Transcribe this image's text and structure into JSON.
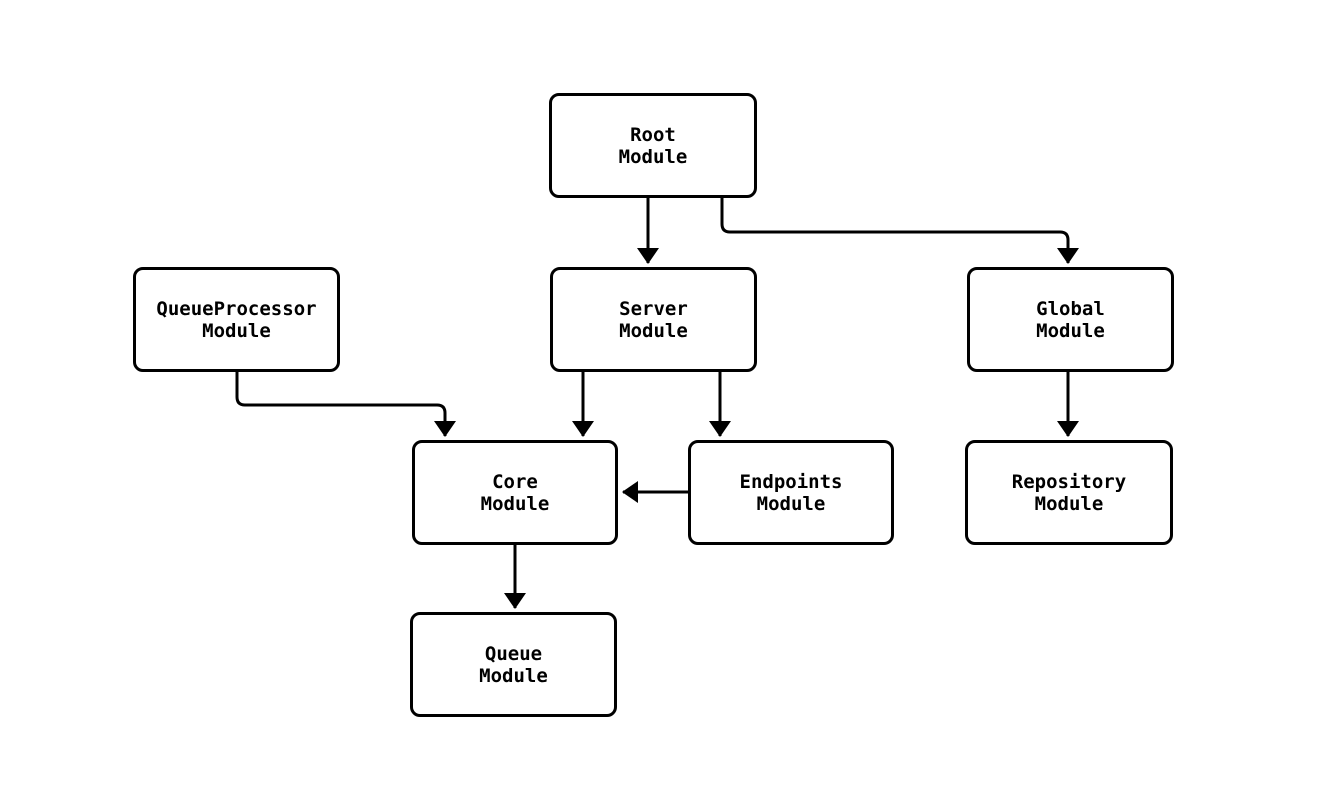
{
  "diagram": {
    "colors": {
      "background": "#ffffff",
      "node_fill": "#ffffff",
      "stroke": "#000000",
      "text": "#000000"
    },
    "nodes": [
      {
        "id": "root",
        "label": "Root\nModule"
      },
      {
        "id": "queueprocessor",
        "label": "QueueProcessor\nModule"
      },
      {
        "id": "server",
        "label": "Server\nModule"
      },
      {
        "id": "global",
        "label": "Global\nModule"
      },
      {
        "id": "core",
        "label": "Core\nModule"
      },
      {
        "id": "endpoints",
        "label": "Endpoints\nModule"
      },
      {
        "id": "repository",
        "label": "Repository\nModule"
      },
      {
        "id": "queue",
        "label": "Queue\nModule"
      }
    ],
    "edges": [
      {
        "from": "Root Module",
        "to": "Server Module"
      },
      {
        "from": "Root Module",
        "to": "Global Module"
      },
      {
        "from": "QueueProcessor Module",
        "to": "Core Module"
      },
      {
        "from": "Server Module",
        "to": "Core Module"
      },
      {
        "from": "Server Module",
        "to": "Endpoints Module"
      },
      {
        "from": "Endpoints Module",
        "to": "Core Module"
      },
      {
        "from": "Global Module",
        "to": "Repository Module"
      },
      {
        "from": "Core Module",
        "to": "Queue Module"
      }
    ]
  }
}
